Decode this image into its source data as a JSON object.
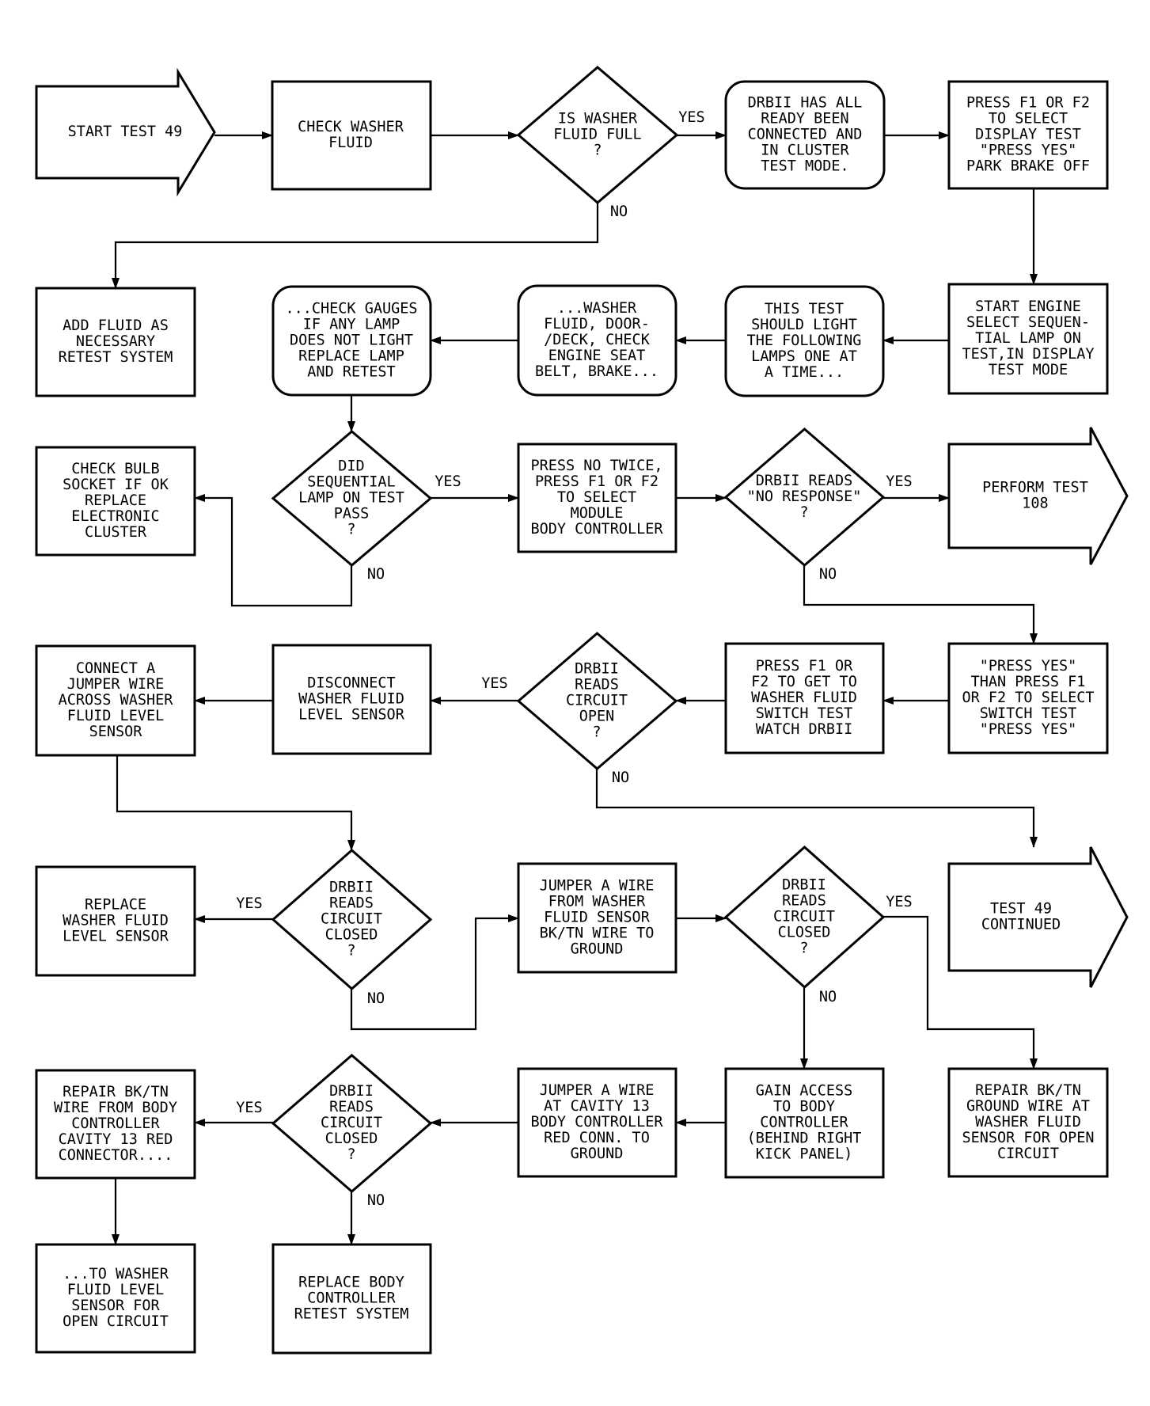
{
  "nodes": {
    "start": [
      "START TEST 49"
    ],
    "check_fluid": [
      "CHECK WASHER",
      "FLUID"
    ],
    "q_full": [
      "IS WASHER",
      "FLUID FULL",
      "?"
    ],
    "drb_connected": [
      "DRBII HAS ALL",
      "READY BEEN",
      "CONNECTED AND",
      "IN CLUSTER",
      "TEST MODE."
    ],
    "press_f1": [
      "PRESS F1 OR F2",
      "TO SELECT",
      "DISPLAY TEST",
      "\"PRESS YES\"",
      "PARK BRAKE OFF"
    ],
    "add_fluid": [
      "ADD FLUID AS",
      "NECESSARY",
      "RETEST SYSTEM"
    ],
    "check_gauges": [
      "...CHECK GAUGES",
      "IF ANY LAMP",
      "DOES NOT LIGHT",
      "REPLACE LAMP",
      "AND RETEST"
    ],
    "washer_fluid_door": [
      "...WASHER",
      "FLUID, DOOR-",
      "/DECK, CHECK",
      "ENGINE SEAT",
      "BELT, BRAKE..."
    ],
    "this_test": [
      "THIS TEST",
      "SHOULD LIGHT",
      "THE FOLLOWING",
      "LAMPS ONE AT",
      "A TIME..."
    ],
    "start_engine": [
      "START ENGINE",
      "SELECT SEQUEN-",
      "TIAL LAMP ON",
      "TEST,IN DISPLAY",
      "TEST MODE"
    ],
    "check_bulb": [
      "CHECK BULB",
      "SOCKET IF OK",
      "REPLACE",
      "ELECTRONIC",
      "CLUSTER"
    ],
    "q_seq": [
      "DID",
      "SEQUENTIAL",
      "LAMP ON TEST",
      "PASS",
      "?"
    ],
    "press_no": [
      "PRESS NO TWICE,",
      "PRESS F1 OR F2",
      "TO SELECT",
      "MODULE",
      "BODY CONTROLLER"
    ],
    "q_noresp": [
      "DRBII READS",
      "\"NO RESPONSE\"",
      "?"
    ],
    "perform_108": [
      "PERFORM TEST",
      "108"
    ],
    "connect_jumper": [
      "CONNECT A",
      "JUMPER WIRE",
      "ACROSS WASHER",
      "FLUID LEVEL",
      "SENSOR"
    ],
    "disconnect": [
      "DISCONNECT",
      "WASHER FLUID",
      "LEVEL SENSOR"
    ],
    "q_open": [
      "DRBII",
      "READS",
      "CIRCUIT",
      "OPEN",
      "?"
    ],
    "press_f1_get": [
      "PRESS F1 OR",
      "F2 TO GET TO",
      "WASHER FLUID",
      "SWITCH TEST",
      "WATCH DRBII"
    ],
    "press_yes_then": [
      "\"PRESS YES\"",
      "THAN PRESS F1",
      "OR F2 TO SELECT",
      "SWITCH TEST",
      "\"PRESS YES\""
    ],
    "replace_sensor": [
      "REPLACE",
      "WASHER FLUID",
      "LEVEL SENSOR"
    ],
    "q_closed1": [
      "DRBII",
      "READS",
      "CIRCUIT",
      "CLOSED",
      "?"
    ],
    "jumper_sensor": [
      "JUMPER A WIRE",
      "FROM WASHER",
      "FLUID SENSOR",
      "BK/TN WIRE TO",
      "GROUND"
    ],
    "q_closed2": [
      "DRBII",
      "READS",
      "CIRCUIT",
      "CLOSED",
      "?"
    ],
    "test49_cont": [
      "TEST 49",
      "CONTINUED"
    ],
    "repair_wire": [
      "REPAIR BK/TN",
      "WIRE FROM BODY",
      "CONTROLLER",
      "CAVITY 13 RED",
      "CONNECTOR...."
    ],
    "q_closed3": [
      "DRBII",
      "READS",
      "CIRCUIT",
      "CLOSED",
      "?"
    ],
    "jumper_cavity": [
      "JUMPER A WIRE",
      "AT CAVITY 13",
      "BODY CONTROLLER",
      "RED CONN. TO",
      "GROUND"
    ],
    "gain_access": [
      "GAIN ACCESS",
      "TO BODY",
      "CONTROLLER",
      "(BEHIND RIGHT",
      "KICK PANEL)"
    ],
    "repair_ground": [
      "REPAIR BK/TN",
      "GROUND WIRE AT",
      "WASHER FLUID",
      "SENSOR FOR OPEN",
      "CIRCUIT"
    ],
    "to_washer": [
      "...TO WASHER",
      "FLUID LEVEL",
      "SENSOR FOR",
      "OPEN CIRCUIT"
    ],
    "replace_body": [
      "REPLACE BODY",
      "CONTROLLER",
      "RETEST SYSTEM"
    ]
  },
  "labels": {
    "yes": "YES",
    "no": "NO"
  }
}
